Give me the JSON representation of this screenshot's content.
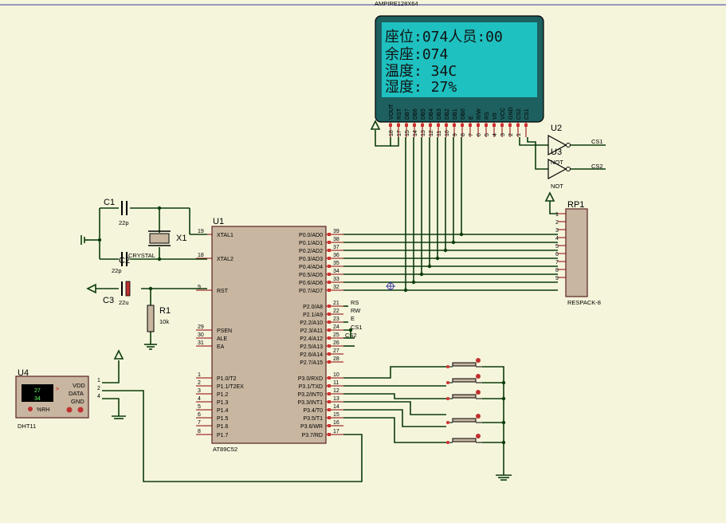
{
  "lcd": {
    "title": "AMPIRE128X64",
    "lines": [
      "座位:074人员:00",
      "余座:074",
      "温度: 34C",
      "湿度: 27%"
    ],
    "pins": [
      "VOUT",
      "RST",
      "DB7",
      "DB6",
      "DB5",
      "DB4",
      "DB3",
      "DB2",
      "DB1",
      "DB0",
      "E",
      "R/W",
      "RS",
      "V0",
      "VCC",
      "GND",
      "CS2",
      "CS1"
    ],
    "pin_nums": [
      "18",
      "17",
      "15",
      "14",
      "13",
      "12",
      "11",
      "10",
      "9",
      "8",
      "7",
      "6",
      "5",
      "4",
      "3",
      "2",
      "1"
    ],
    "screen_color": "#1fc0c0"
  },
  "mcu": {
    "ref": "U1",
    "part": "AT89C52",
    "left_pins": [
      {
        "num": "19",
        "name": "XTAL1"
      },
      {
        "num": "18",
        "name": "XTAL2"
      },
      {
        "num": "9",
        "name": "RST"
      },
      {
        "num": "29",
        "name": "PSEN"
      },
      {
        "num": "30",
        "name": "ALE"
      },
      {
        "num": "31",
        "name": "EA"
      },
      {
        "num": "1",
        "name": "P1.0/T2"
      },
      {
        "num": "2",
        "name": "P1.1/T2EX"
      },
      {
        "num": "3",
        "name": "P1.2"
      },
      {
        "num": "4",
        "name": "P1.3"
      },
      {
        "num": "5",
        "name": "P1.4"
      },
      {
        "num": "6",
        "name": "P1.5"
      },
      {
        "num": "7",
        "name": "P1.6"
      },
      {
        "num": "8",
        "name": "P1.7"
      }
    ],
    "right_pins": [
      {
        "num": "39",
        "name": "P0.0/AD0"
      },
      {
        "num": "38",
        "name": "P0.1/AD1"
      },
      {
        "num": "37",
        "name": "P0.2/AD2"
      },
      {
        "num": "36",
        "name": "P0.3/AD3"
      },
      {
        "num": "35",
        "name": "P0.4/AD4"
      },
      {
        "num": "34",
        "name": "P0.5/AD5"
      },
      {
        "num": "33",
        "name": "P0.6/AD6"
      },
      {
        "num": "32",
        "name": "P0.7/AD7"
      },
      {
        "num": "21",
        "name": "P2.0/A8"
      },
      {
        "num": "22",
        "name": "P2.1/A9"
      },
      {
        "num": "23",
        "name": "P2.2/A10"
      },
      {
        "num": "24",
        "name": "P2.3/A11"
      },
      {
        "num": "25",
        "name": "P2.4/A12"
      },
      {
        "num": "26",
        "name": "P2.5/A13"
      },
      {
        "num": "27",
        "name": "P2.6/A14"
      },
      {
        "num": "28",
        "name": "P2.7/A15"
      },
      {
        "num": "10",
        "name": "P3.0/RXD"
      },
      {
        "num": "11",
        "name": "P3.1/TXD"
      },
      {
        "num": "12",
        "name": "P3.2/INT0"
      },
      {
        "num": "13",
        "name": "P3.3/INT1"
      },
      {
        "num": "14",
        "name": "P3.4/T0"
      },
      {
        "num": "15",
        "name": "P3.5/T1"
      },
      {
        "num": "16",
        "name": "P3.6/WR"
      },
      {
        "num": "17",
        "name": "P3.7/RD"
      }
    ],
    "net_labels": [
      "RS",
      "RW",
      "E",
      "CS1",
      "CS2"
    ]
  },
  "crystal": {
    "ref": "X1",
    "part": "CRYSTAL"
  },
  "c1": {
    "ref": "C1",
    "value": "22p"
  },
  "c2": {
    "ref": "C2",
    "value": "22p"
  },
  "c3": {
    "ref": "C3",
    "value": "22u"
  },
  "r1": {
    "ref": "R1",
    "value": "10k"
  },
  "u2": {
    "ref": "U2",
    "part": "NOT",
    "out": "CS1"
  },
  "u3": {
    "ref": "U3",
    "part": "NOT",
    "out": "CS2"
  },
  "rp1": {
    "ref": "RP1",
    "part": "RESPACK-8",
    "pins": [
      "1",
      "2",
      "3",
      "4",
      "5",
      "6",
      "7",
      "8",
      "9"
    ]
  },
  "dht": {
    "ref": "U4",
    "part": "DHT11",
    "display": [
      "27",
      "34"
    ],
    "unit": "%RH",
    "pins": [
      {
        "num": "1",
        "name": "VDD"
      },
      {
        "num": "2",
        "name": "DATA"
      },
      {
        "num": "4",
        "name": "GND"
      }
    ]
  }
}
